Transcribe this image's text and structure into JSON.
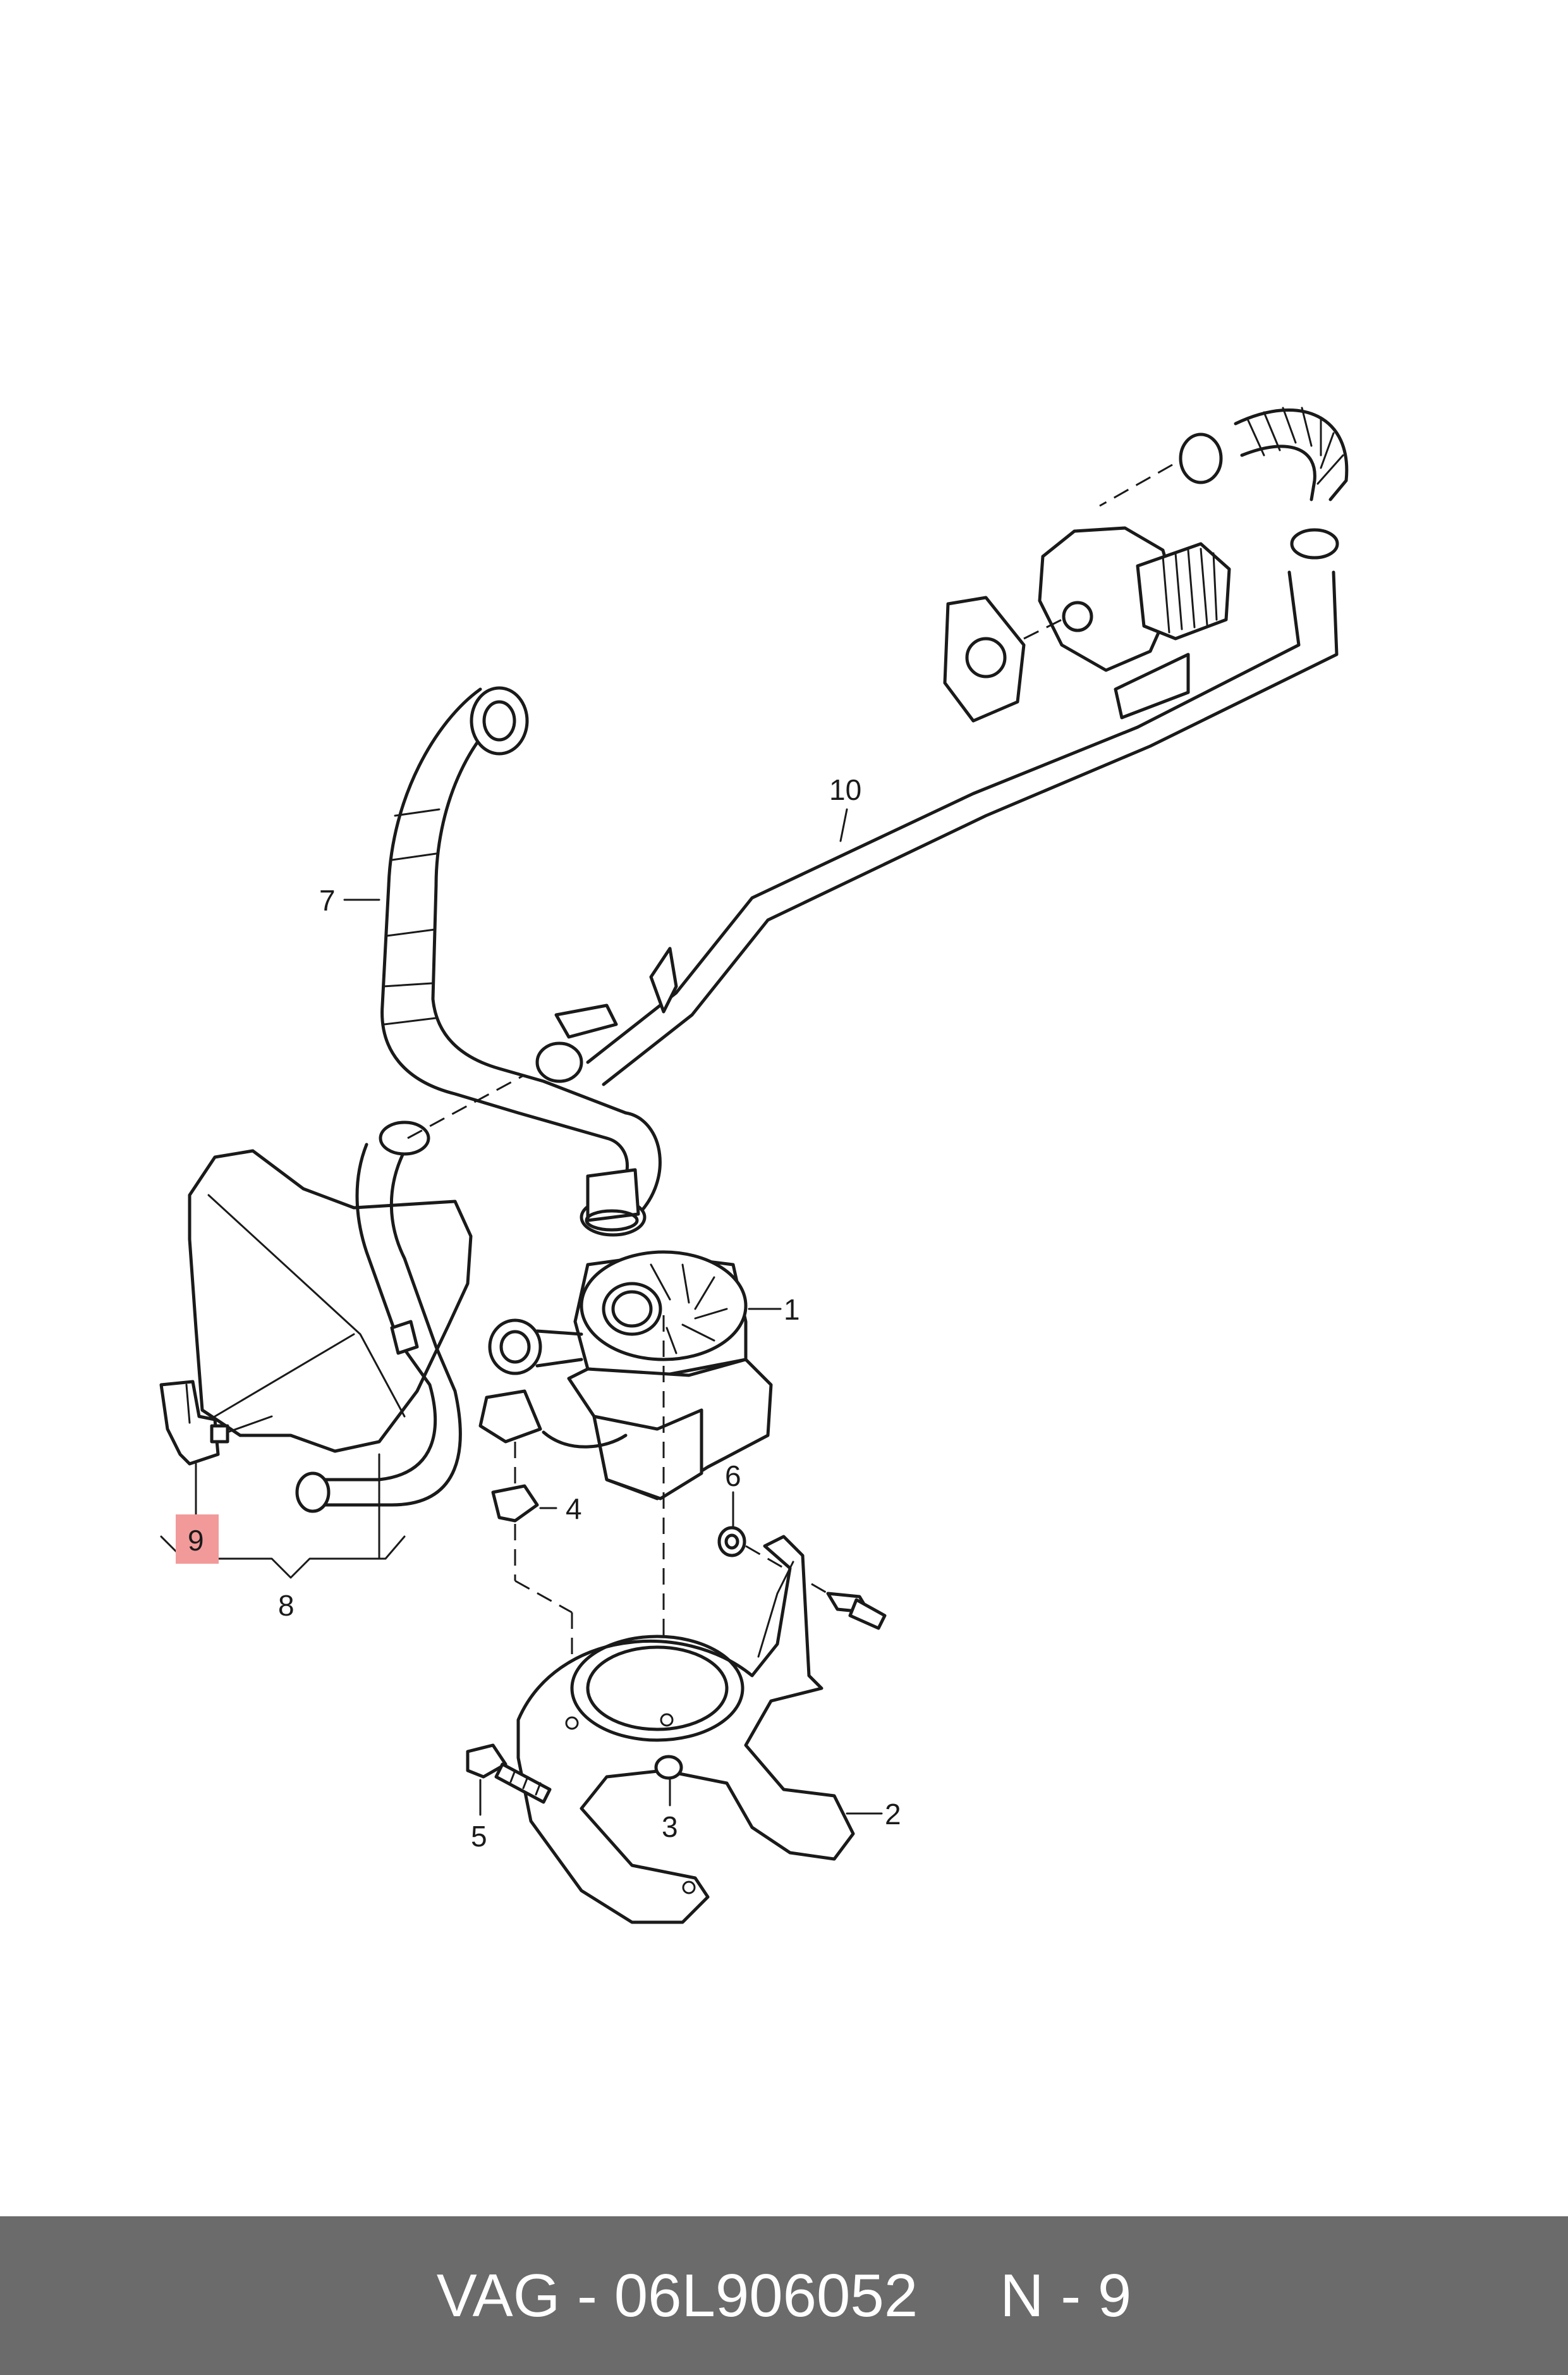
{
  "callouts": {
    "c1": "1",
    "c2": "2",
    "c3": "3",
    "c4": "4",
    "c5": "5",
    "c6": "6",
    "c7": "7",
    "c8": "8",
    "c9": "9",
    "c10": "10"
  },
  "highlight": {
    "part": "9",
    "color": "#f29a9a"
  },
  "footer": {
    "part_number": "VAG - 06L906052",
    "position": "N - 9",
    "background": "#6b6b6b"
  }
}
